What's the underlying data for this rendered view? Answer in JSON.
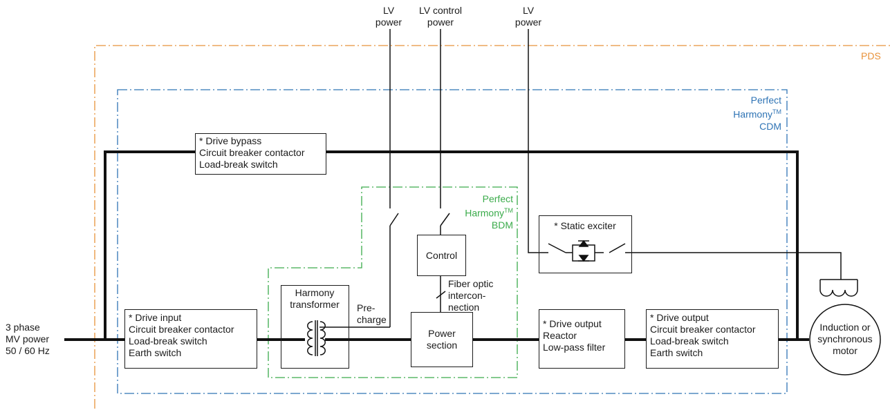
{
  "boundaries": {
    "pds": {
      "label": "PDS",
      "color": "#e8923a"
    },
    "cdm": {
      "line1": "Perfect",
      "line2": "Harmony",
      "tm": "TM",
      "line3": "CDM",
      "color": "#2f74b5"
    },
    "bdm": {
      "line1": "Perfect",
      "line2": "Harmony",
      "tm": "TM",
      "line3": "BDM",
      "color": "#3aab4a"
    }
  },
  "supplies": {
    "lv_power_1": {
      "line1": "LV",
      "line2": "power"
    },
    "lv_control_power": {
      "line1": "LV control",
      "line2": "power"
    },
    "lv_power_2": {
      "line1": "LV",
      "line2": "power"
    }
  },
  "input_label": {
    "line1": "3 phase",
    "line2": "MV power",
    "line3": "50 / 60 Hz"
  },
  "boxes": {
    "drive_bypass": [
      "* Drive bypass",
      "Circuit breaker contactor",
      "Load-break switch"
    ],
    "drive_input": [
      "* Drive input",
      "Circuit breaker contactor",
      "Load-break switch",
      "Earth switch"
    ],
    "harmony_transformer": [
      "Harmony",
      "transformer"
    ],
    "control": "Control",
    "power_section": [
      "Power",
      "section"
    ],
    "static_exciter": "* Static exciter",
    "drive_output_filter": [
      "* Drive output",
      "Reactor",
      "Low-pass filter"
    ],
    "drive_output_switch": [
      "* Drive output",
      "Circuit breaker contactor",
      "Load-break switch",
      "Earth switch"
    ]
  },
  "annotations": {
    "precharge": {
      "line1": "Pre-",
      "line2": "charge"
    },
    "fiber_optic": {
      "line1": "Fiber optic",
      "line2": "intercon-",
      "line3": "nection"
    }
  },
  "motor": [
    "Induction or",
    "synchronous",
    "motor"
  ],
  "icons": [
    "switch-icon",
    "transformer-icon",
    "thyristor-icon",
    "motor-winding-icon"
  ]
}
